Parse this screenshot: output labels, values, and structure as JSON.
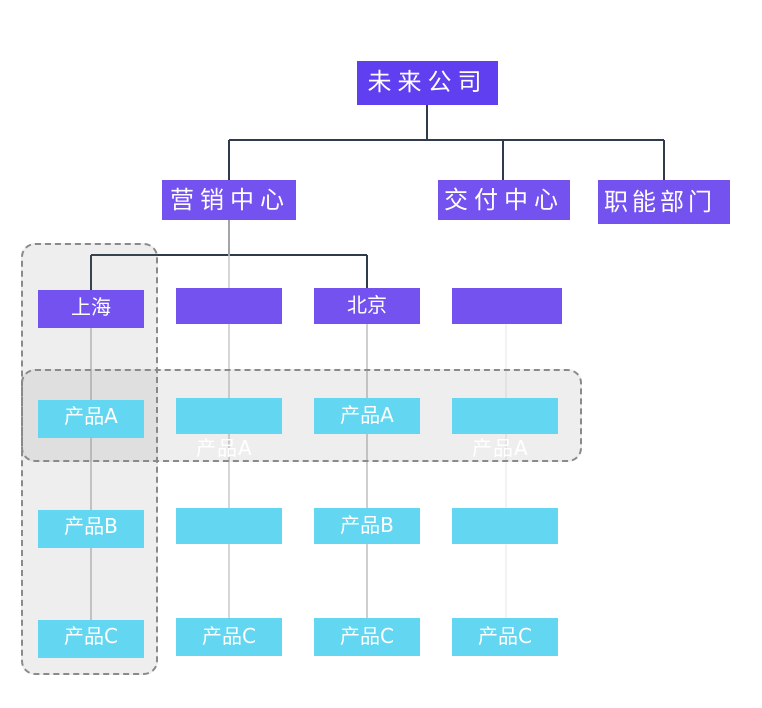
{
  "company": {
    "name": "未来公司"
  },
  "departments": [
    {
      "name": "营销中心"
    },
    {
      "name": "交付中心"
    },
    {
      "name": "职能部门"
    }
  ],
  "regions": [
    {
      "name": "上海"
    },
    {
      "name": ""
    },
    {
      "name": "北京"
    },
    {
      "name": ""
    }
  ],
  "products": {
    "a": "产品A",
    "b": "产品B",
    "c": "产品C"
  },
  "colors": {
    "company": "#5f3ff0",
    "department": "#7452f0",
    "product": "#63d7f1",
    "line": "#2f3b4a"
  }
}
